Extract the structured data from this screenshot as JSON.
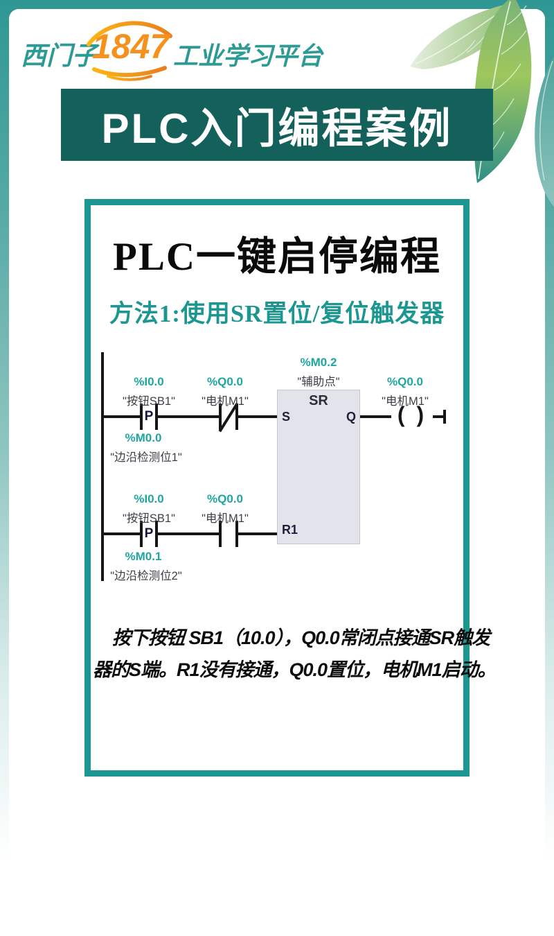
{
  "brand": {
    "siemens": "西门子",
    "number": "1847",
    "platform": "工业学习平台"
  },
  "banner": {
    "title": "PLC入门编程案例"
  },
  "card": {
    "title": "PLC一键启停编程",
    "subtitle": "方法1:使用SR置位/复位触发器",
    "caption_line1": "按下按钮 SB1（10.0），Q0.0常闭点接通SR触发",
    "caption_line2": "器的S端。R1没有接通，Q0.0置位，电机M1启动。"
  },
  "ladder": {
    "p_label": "P",
    "sr_title": "SR",
    "s_label": "S",
    "q_label": "Q",
    "r1_label": "R1",
    "coil_symbol": "( )",
    "rung1": {
      "contact1_address": "%I0.0",
      "contact1_name": "\"按钮SB1\"",
      "contact2_address": "%Q0.0",
      "contact2_name": "\"电机M1\"",
      "edge_address": "%M0.0",
      "edge_name": "\"边沿检测位1\"",
      "block_address": "%M0.2",
      "block_name": "\"辅助点\"",
      "coil_address": "%Q0.0",
      "coil_name": "\"电机M1\""
    },
    "rung2": {
      "contact1_address": "%I0.0",
      "contact1_name": "\"按钮SB1\"",
      "contact2_address": "%Q0.0",
      "contact2_name": "\"电机M1\"",
      "edge_address": "%M0.1",
      "edge_name": "\"边沿检测位2\""
    }
  },
  "colors": {
    "frame_teal": "#2E9793",
    "banner_bg": "#14605A",
    "box_border": "#1B9690",
    "tia_address_teal": "#1FA6A0",
    "logo_orange": "#F5921E",
    "logo_teal": "#2D9A94"
  }
}
